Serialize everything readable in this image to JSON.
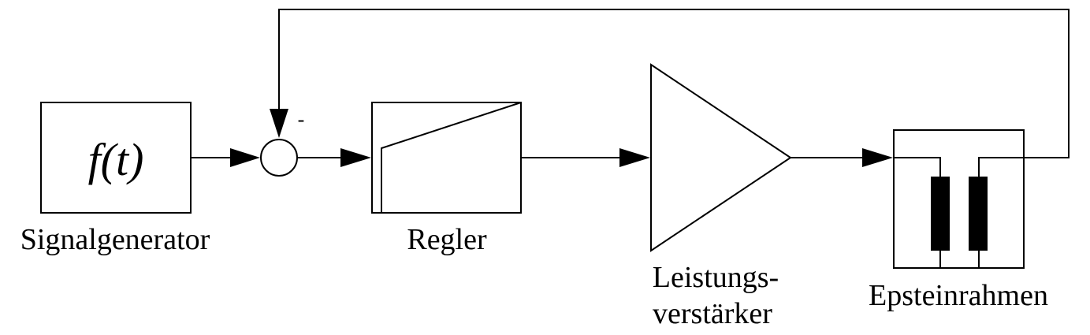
{
  "blocks": {
    "signal_generator": {
      "label": "Signalgenerator",
      "function_text": "f(t)"
    },
    "summing_junction": {
      "feedback_sign": "-"
    },
    "controller": {
      "label": "Regler"
    },
    "power_amplifier": {
      "label_line1": "Leistungs-",
      "label_line2": "verstärker"
    },
    "epstein_frame": {
      "label": "Epsteinrahmen"
    }
  }
}
